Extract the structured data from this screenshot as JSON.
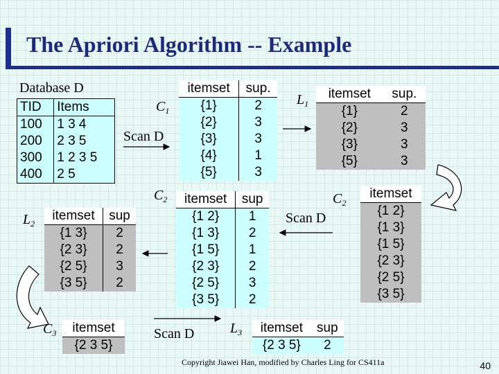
{
  "slide": {
    "title": "The Apriori Algorithm -- Example",
    "page_number": "40",
    "footer": "Copyright Jiawei Han, modified by Charles Ling for CS411a"
  },
  "labels": {
    "database": "Database D",
    "c1_main": "C",
    "c1_sub": "1",
    "l1_main": "L",
    "l1_sub": "1",
    "c2_left_main": "C",
    "c2_left_sub": "2",
    "c2_right_main": "C",
    "c2_right_sub": "2",
    "l2_main": "L",
    "l2_sub": "2",
    "c3_main": "C",
    "c3_sub": "3",
    "l3_main": "L",
    "l3_sub": "3",
    "scan1": "Scan D",
    "scan2": "Scan D",
    "scan3": "Scan D"
  },
  "database": {
    "headers": [
      "TID",
      "Items"
    ],
    "rows": [
      [
        "100",
        "1 3 4"
      ],
      [
        "200",
        "2 3 5"
      ],
      [
        "300",
        "1 2 3 5"
      ],
      [
        "400",
        "2 5"
      ]
    ]
  },
  "c1": {
    "headers": [
      "itemset",
      "sup."
    ],
    "rows": [
      [
        "{1}",
        "2"
      ],
      [
        "{2}",
        "3"
      ],
      [
        "{3}",
        "3"
      ],
      [
        "{4}",
        "1"
      ],
      [
        "{5}",
        "3"
      ]
    ]
  },
  "l1": {
    "headers": [
      "itemset",
      "sup."
    ],
    "rows": [
      [
        "{1}",
        "2"
      ],
      [
        "{2}",
        "3"
      ],
      [
        "{3}",
        "3"
      ],
      [
        "{5}",
        "3"
      ]
    ]
  },
  "c2_right": {
    "headers": [
      "itemset"
    ],
    "rows": [
      "{1 2}",
      "{1 3}",
      "{1 5}",
      "{2 3}",
      "{2 5}",
      "{3 5}"
    ]
  },
  "c2_counts": {
    "headers": [
      "itemset",
      "sup"
    ],
    "rows": [
      [
        "{1 2}",
        "1"
      ],
      [
        "{1 3}",
        "2"
      ],
      [
        "{1 5}",
        "1"
      ],
      [
        "{2 3}",
        "2"
      ],
      [
        "{2 5}",
        "3"
      ],
      [
        "{3 5}",
        "2"
      ]
    ]
  },
  "l2": {
    "headers": [
      "itemset",
      "sup"
    ],
    "rows": [
      [
        "{1 3}",
        "2"
      ],
      [
        "{2 3}",
        "2"
      ],
      [
        "{2 5}",
        "3"
      ],
      [
        "{3 5}",
        "2"
      ]
    ]
  },
  "c3": {
    "headers": [
      "itemset"
    ],
    "rows": [
      "{2 3 5}"
    ]
  },
  "l3": {
    "headers": [
      "itemset",
      "sup"
    ],
    "rows": [
      [
        "{2 3 5}",
        "2"
      ]
    ]
  }
}
